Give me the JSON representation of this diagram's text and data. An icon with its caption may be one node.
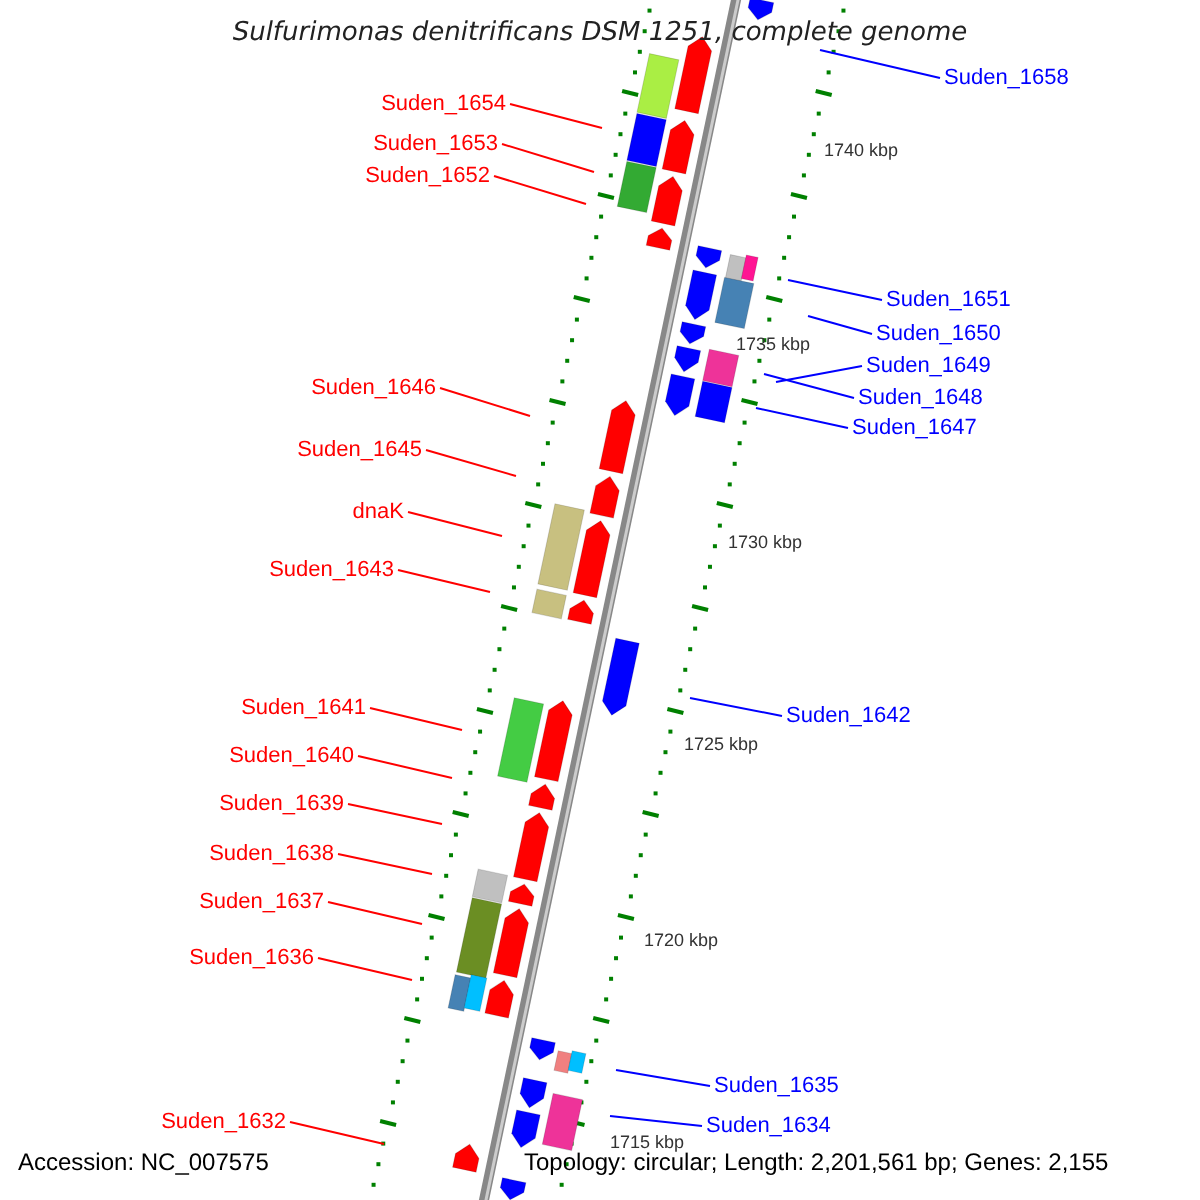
{
  "diagram": {
    "title": "Sulfurimonas denitrificans DSM 1251, complete genome",
    "nodes": [
      {
        "text": [
          "Suden_1658"
        ]
      },
      {
        "text": [
          "Suden_1654"
        ]
      },
      {
        "text": [
          "Suden_1653"
        ]
      },
      {
        "text": [
          "Suden_1652"
        ]
      },
      {
        "text": [
          "Suden_1651"
        ]
      },
      {
        "text": [
          "Suden_1650"
        ]
      },
      {
        "text": [
          "Suden_1649"
        ]
      },
      {
        "text": [
          "Suden_1646"
        ]
      },
      {
        "text": [
          "Suden_1648"
        ]
      },
      {
        "text": [
          "Suden_1647"
        ]
      },
      {
        "text": [
          "Suden_1645"
        ]
      },
      {
        "text": [
          "dnaK"
        ]
      },
      {
        "text": [
          "Suden_1643"
        ]
      },
      {
        "text": [
          "Suden_1641"
        ]
      },
      {
        "text": [
          "Suden_1642"
        ]
      },
      {
        "text": [
          "Suden_1640"
        ]
      },
      {
        "text": [
          "Suden_1639"
        ]
      },
      {
        "text": [
          "Suden_1638"
        ]
      },
      {
        "text": [
          "Suden_1637"
        ]
      },
      {
        "text": [
          "Suden_1636"
        ]
      },
      {
        "text": [
          "Suden_1635"
        ]
      },
      {
        "text": [
          "Suden_1632"
        ]
      },
      {
        "text": [
          "Suden_1634"
        ]
      }
    ],
    "edges": [
      {
        "from": 0,
        "to": null,
        "arrow": "none",
        "color": "#0000ff"
      },
      {
        "from": 1,
        "to": null,
        "arrow": "none"
      },
      {
        "from": 2,
        "to": null,
        "arrow": "none"
      },
      {
        "from": 3,
        "to": null,
        "arrow": "none"
      },
      {
        "from": 4,
        "to": null,
        "arrow": "none",
        "color": "#0000ff"
      },
      {
        "from": 5,
        "to": null,
        "arrow": "none",
        "color": "#0000ff"
      },
      {
        "from": 6,
        "to": null,
        "arrow": "none",
        "color": "#0000ff"
      },
      {
        "from": 7,
        "to": null,
        "arrow": "none"
      },
      {
        "from": 8,
        "to": null,
        "arrow": "none",
        "color": "#0000ff"
      },
      {
        "from": 9,
        "to": null,
        "arrow": "none",
        "color": "#0000ff"
      },
      {
        "from": 10,
        "to": null,
        "arrow": "none"
      },
      {
        "from": 11,
        "to": null,
        "arrow": "none"
      },
      {
        "from": 12,
        "to": null,
        "arrow": "none"
      },
      {
        "from": 13,
        "to": null,
        "arrow": "none"
      },
      {
        "from": 14,
        "to": null,
        "arrow": "none",
        "color": "#0000ff"
      },
      {
        "from": 15,
        "to": null,
        "arrow": "none"
      },
      {
        "from": 16,
        "to": null,
        "arrow": "none"
      },
      {
        "from": 17,
        "to": null,
        "arrow": "none"
      },
      {
        "from": 18,
        "to": null,
        "arrow": "none"
      },
      {
        "from": 19,
        "to": null,
        "arrow": "none"
      },
      {
        "from": 20,
        "to": null,
        "arrow": "none",
        "color": "#0000ff"
      },
      {
        "from": 21,
        "to": null,
        "arrow": "none"
      },
      {
        "from": 22,
        "to": null,
        "arrow": "none",
        "color": "#0000ff"
      }
    ],
    "labels": [
      "1740 kbp",
      "1735 kbp",
      "1730 kbp",
      "1725 kbp",
      "1720 kbp",
      "1715 kbp",
      "Accession: NC_007575",
      "Topology: circular; Length: 2,201,561 bp; Genes: 2,155"
    ]
  }
}
